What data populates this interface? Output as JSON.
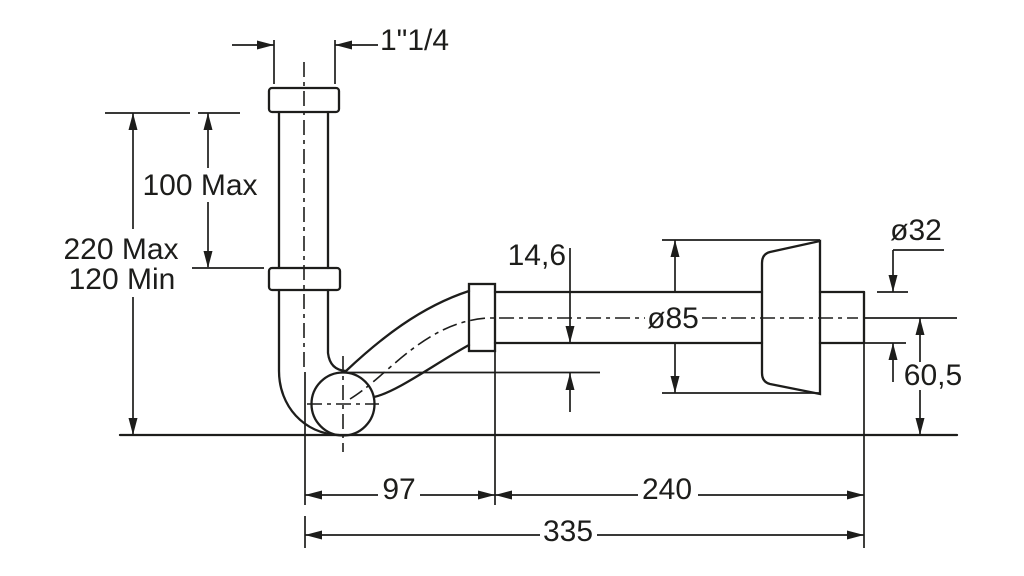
{
  "drawing": {
    "title": "siphon-p-trap-dimension-drawing",
    "line_color": "#1d1d1b",
    "background_color": "#ffffff",
    "dimensions": {
      "inlet_thread": "1\"1/4",
      "inlet_height": "100 Max",
      "overall_height_max": "220 Max",
      "overall_height_min": "120 Min",
      "outlet_drop": "14,6",
      "rosette_diameter": "ø85",
      "outlet_pipe_diameter": "ø32",
      "outlet_axis_height": "60,5",
      "trap_axis_to_joint": "97",
      "joint_to_outlet_end": "240",
      "overall_length": "335"
    }
  }
}
